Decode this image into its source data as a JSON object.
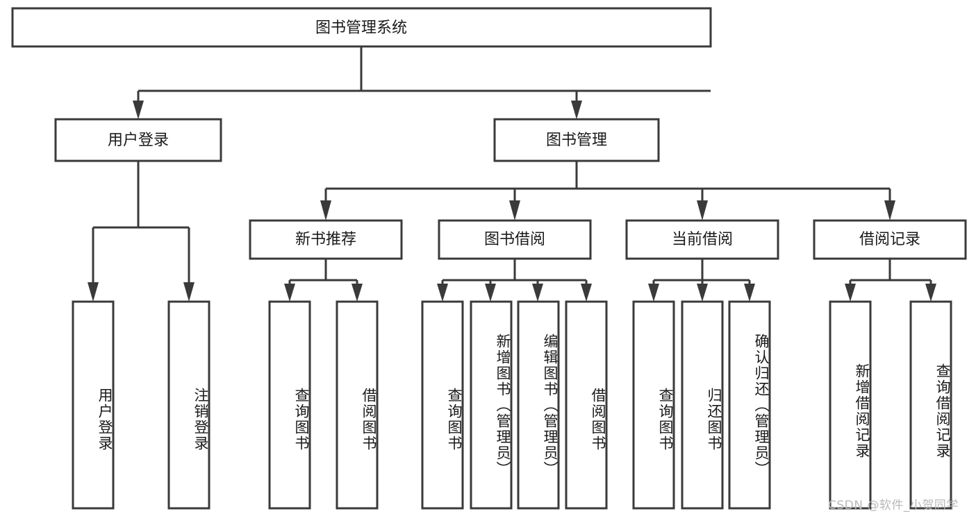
{
  "diagram": {
    "type": "tree",
    "title": "图书管理系统",
    "watermark": "CSDN @软件_小贺同学",
    "colors": {
      "stroke": "#3a3a3a",
      "fill": "#ffffff",
      "text": "#1a1a1a",
      "watermark": "#b9b9b9"
    },
    "root": {
      "label": "图书管理系统"
    },
    "level2": [
      {
        "label": "用户登录"
      },
      {
        "label": "图书管理"
      }
    ],
    "level3": [
      {
        "label": "新书推荐"
      },
      {
        "label": "图书借阅"
      },
      {
        "label": "当前借阅"
      },
      {
        "label": "借阅记录"
      }
    ],
    "leaves": {
      "user_login": [
        {
          "label": "用户登录"
        },
        {
          "label": "注销登录"
        }
      ],
      "new_book": [
        {
          "label": "查询图书"
        },
        {
          "label": "借阅图书"
        }
      ],
      "book_borrow": [
        {
          "label": "查询图书"
        },
        {
          "label": "新增图书（管理员）"
        },
        {
          "label": "编辑图书（管理员）"
        },
        {
          "label": "借阅图书"
        }
      ],
      "current_borrow": [
        {
          "label": "查询图书"
        },
        {
          "label": "归还图书"
        },
        {
          "label": "确认归还（管理员）"
        }
      ],
      "borrow_record": [
        {
          "label": "新增借阅记录"
        },
        {
          "label": "查询借阅记录"
        }
      ]
    }
  }
}
